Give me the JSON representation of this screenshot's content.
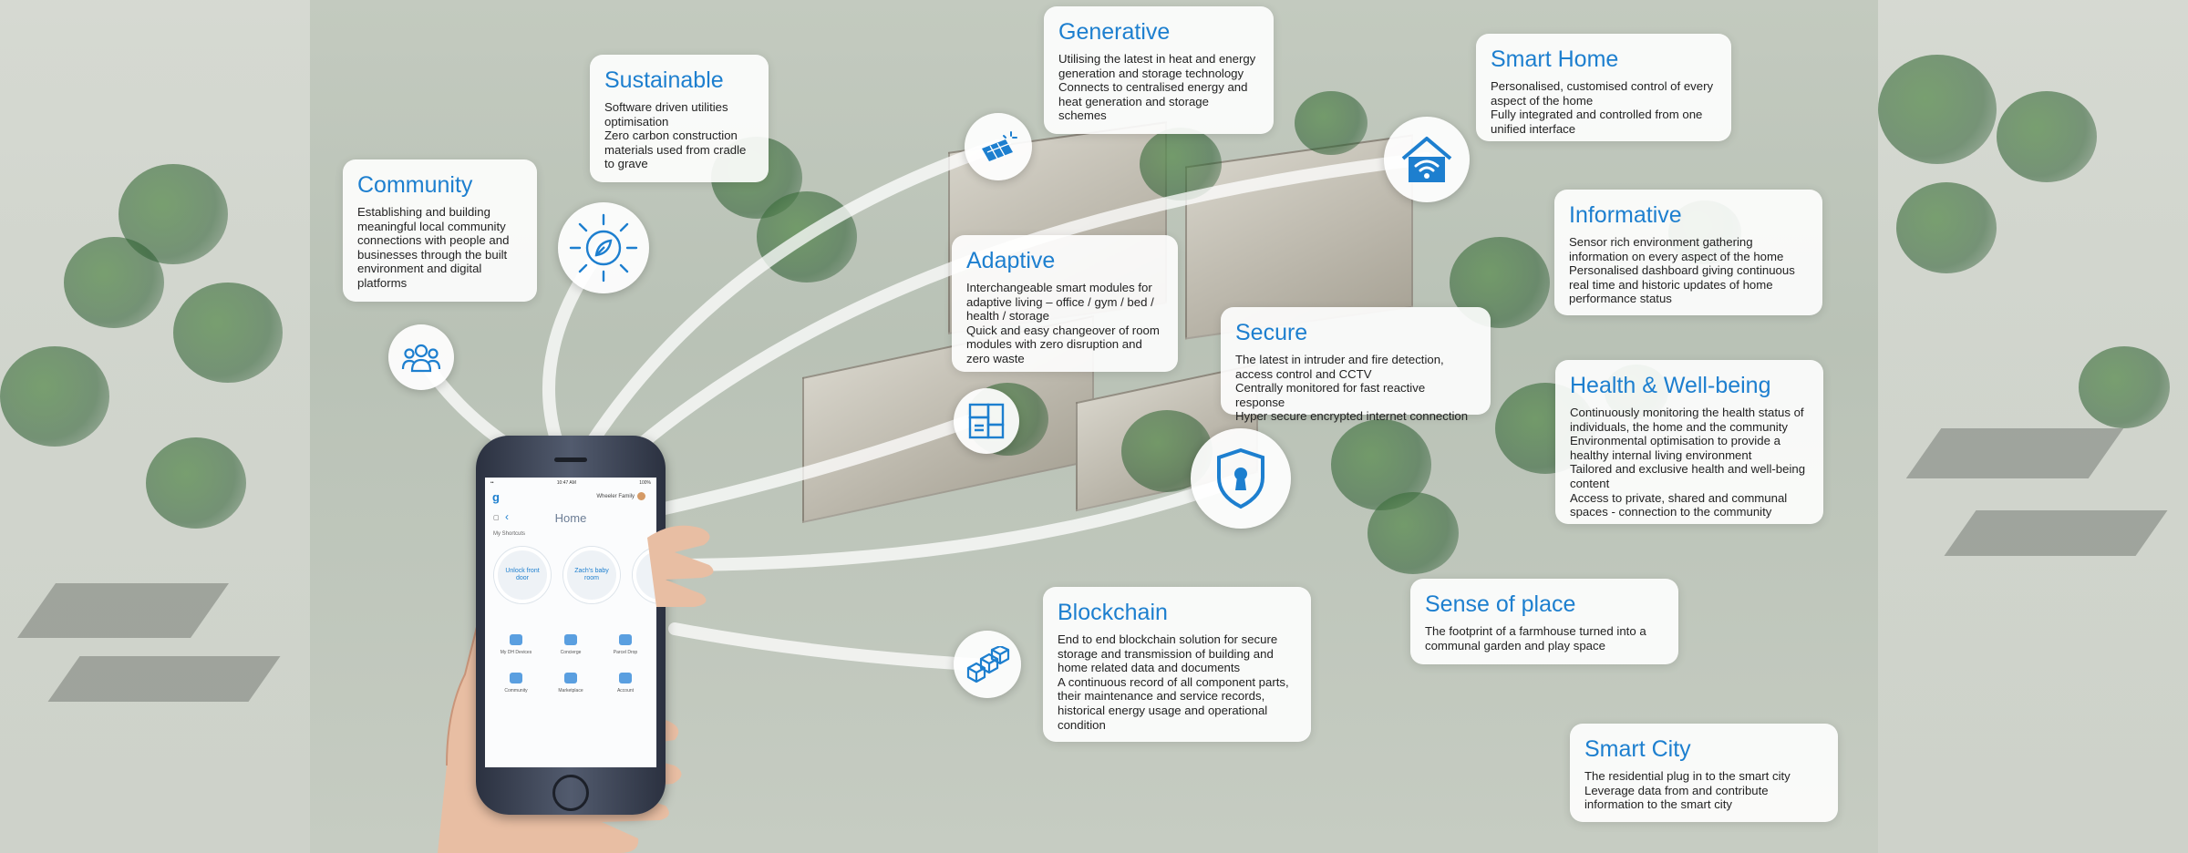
{
  "cards": {
    "community": {
      "title": "Community",
      "text": "Establishing and building meaningful local community connections with people and businesses through the built environment and digital platforms"
    },
    "sustainable": {
      "title": "Sustainable",
      "text": "Software driven utilities optimisation\nZero carbon construction materials used from cradle to grave"
    },
    "generative": {
      "title": "Generative",
      "text": "Utilising the latest in heat and energy generation and storage technology\nConnects to centralised energy and heat generation and storage schemes"
    },
    "smart_home": {
      "title": "Smart Home",
      "text": "Personalised, customised control of every aspect of the home\nFully integrated and controlled from one unified interface"
    },
    "informative": {
      "title": "Informative",
      "text": "Sensor rich environment gathering information on every aspect of the home\nPersonalised dashboard giving continuous real time and historic updates of home performance status"
    },
    "adaptive": {
      "title": "Adaptive",
      "text": "Interchangeable smart modules for adaptive living – office / gym / bed / health / storage\nQuick and easy changeover of room modules with zero disruption and zero waste"
    },
    "secure": {
      "title": "Secure",
      "text": "The latest in intruder and fire detection, access control and CCTV\nCentrally monitored for fast reactive response\nHyper secure encrypted internet connection"
    },
    "health": {
      "title": "Health & Well-being",
      "text": "Continuously monitoring the health status of individuals, the home and the community\nEnvironmental optimisation to provide a healthy internal living environment\nTailored and exclusive health and well-being content\nAccess to private, shared and communal spaces - connection to the community"
    },
    "sense_of_place": {
      "title": "Sense of place",
      "text": "The footprint of a farmhouse turned into a communal garden and play space"
    },
    "blockchain": {
      "title": "Blockchain",
      "text": "End to end blockchain solution for secure storage and transmission of building and home related data and documents\nA continuous record of all component parts, their maintenance and service records, historical energy usage and operational condition"
    },
    "smart_city": {
      "title": "Smart City",
      "text": "The residential plug in to the smart city\nLeverage data from and contribute information to the smart city"
    }
  },
  "icons": {
    "community": "people-icon",
    "sustainable": "leaf-sun-icon",
    "generative": "solar-panel-icon",
    "smart_home": "wifi-house-icon",
    "adaptive": "modules-icon",
    "secure": "shield-keyhole-icon",
    "blockchain": "cubes-icon"
  },
  "colors": {
    "accent": "#1d7fcf",
    "card_bg": "#ffffff"
  },
  "phone": {
    "status_left": "•• ",
    "status_time": "10:47 AM",
    "status_right": "100%",
    "family_label": "Wheeler Family",
    "screen_title": "Home",
    "shortcuts_label": "My Shortcuts",
    "shortcuts": [
      "Unlock front door",
      "Zach's baby room"
    ],
    "grid": [
      "My DH Devices",
      "Concierge",
      "Parcel Drop",
      "Community",
      "Marketplace",
      "Account"
    ]
  }
}
